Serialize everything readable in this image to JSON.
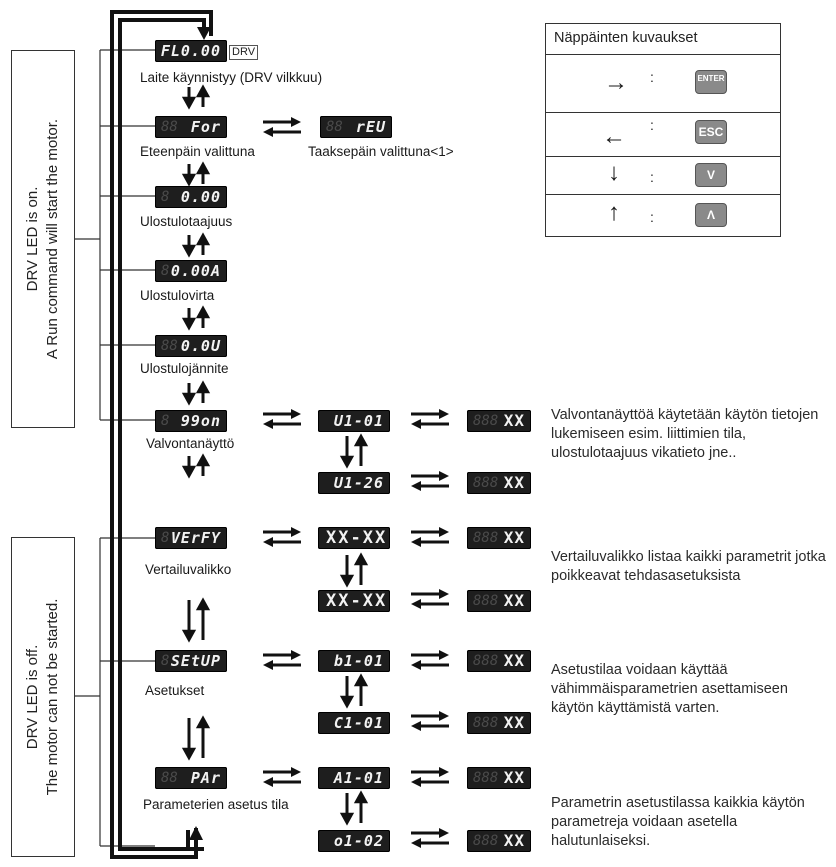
{
  "side_boxes": {
    "upper": {
      "line1": "DRV LED is on.",
      "line2": "A Run command will start the motor."
    },
    "lower": {
      "line1": "DRV LED is off.",
      "line2": "The motor can not be started."
    }
  },
  "legend": {
    "title": "Näppäinten kuvaukset",
    "rows": [
      {
        "arrow": "→",
        "colon": ":",
        "icon": "enter-key-icon",
        "key_label": "ENTER"
      },
      {
        "arrow": "←",
        "colon": ":",
        "icon": "esc-key-icon",
        "key_label": "ESC"
      },
      {
        "arrow": "↓",
        "colon": ":",
        "icon": "down-key-icon",
        "key_label": "V"
      },
      {
        "arrow": "↑",
        "colon": ":",
        "icon": "up-key-icon",
        "key_label": "Λ"
      }
    ]
  },
  "displays": {
    "d0": {
      "dim": "",
      "text": "FL0.00"
    },
    "d0_tag": "DRV",
    "d1": {
      "dim": "88",
      "text": "For"
    },
    "d1b": {
      "dim": "88",
      "text": "rEU"
    },
    "d2": {
      "dim": "8",
      "text": "0.00"
    },
    "d3": {
      "dim": "8",
      "text": "0.00A"
    },
    "d4": {
      "dim": "88",
      "text": "0.0U"
    },
    "d5": {
      "dim": "8",
      "text": "99on"
    },
    "m1": {
      "dim": "",
      "text": "U1-01"
    },
    "m2": {
      "dim": "",
      "text": "U1-26"
    },
    "v0": {
      "dim": "8",
      "text": "VErFY"
    },
    "v1": {
      "dim": "",
      "text": "XX-XX"
    },
    "v2": {
      "dim": "",
      "text": "XX-XX"
    },
    "s0": {
      "dim": "8",
      "text": "SEtUP"
    },
    "s1": {
      "dim": "",
      "text": "b1-01"
    },
    "s2": {
      "dim": "",
      "text": "C1-01"
    },
    "p0": {
      "dim": "88",
      "text": "PAr"
    },
    "p1": {
      "dim": "",
      "text": "A1-01"
    },
    "p2": {
      "dim": "",
      "text": "o1-02"
    },
    "xx": {
      "dim": "888",
      "text": "XX"
    }
  },
  "labels": {
    "startup": "Laite käynnistyy (DRV vilkkuu)",
    "forward": "Eteenpäin valittuna",
    "reverse": "Taaksepäin valittuna<1>",
    "freq": "Ulostulotaajuus",
    "current": "Ulostulovirta",
    "voltage": "Ulostulojännite",
    "monitor": "Valvontanäyttö",
    "verify": "Vertailuvalikko",
    "setup": "Asetukset",
    "param": "Parameterien asetus tila"
  },
  "descriptions": {
    "monitor": "Valvontanäyttöä käytetään käytön tietojen lukemiseen esim. liittimien tila, ulostulotaajuus vikatieto jne..",
    "verify": "Vertailuvalikko listaa kaikki parametrit jotka poikkeavat tehdasasetuksista",
    "setup": "Asetustilaa voidaan käyttää vähimmäisparametrien asettamiseen käytön käyttämistä varten.",
    "param": "Parametrin asetustilassa kaikkia käytön parametreja voidaan asetella halutunlaiseksi."
  }
}
